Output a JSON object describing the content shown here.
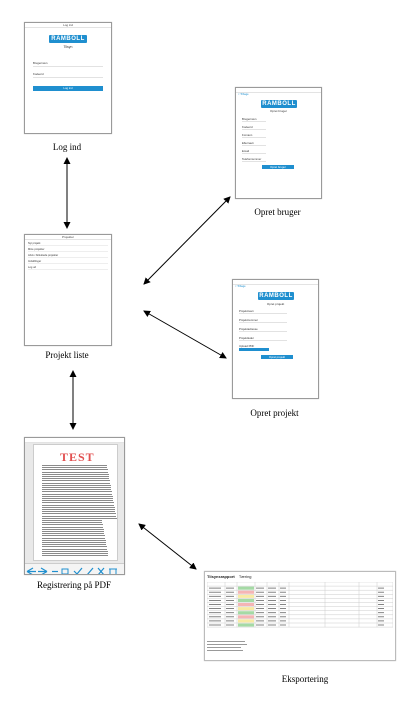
{
  "captions": {
    "login": "Log ind",
    "create_user": "Opret bruger",
    "project_list": "Projekt liste",
    "create_project": "Opret projekt",
    "pdf_registration": "Registrering på PDF",
    "export": "Eksportering"
  },
  "brand": {
    "logo_text": "RAMBOLL",
    "accent_color": "#1f8fcf"
  },
  "login_screen": {
    "status": "Log ind",
    "subtitle": "Tilsyn",
    "fields": [
      "Brugernavn",
      "Kodeord"
    ],
    "button": "Log ind"
  },
  "create_user_screen": {
    "back": "< Tilbage",
    "subtitle": "Opret bruger",
    "fields": [
      "Brugernavn",
      "Kodeord",
      "Fornavn",
      "Efternavn",
      "Email",
      "Telefonnummer"
    ],
    "button": "Opret bruger"
  },
  "project_list_screen": {
    "status": "Projekter",
    "items": [
      "Nyt projekt",
      "Mine projekter",
      "Arkiv / Afsluttede projekter",
      "Indstillinger",
      "Log ud"
    ]
  },
  "create_project_screen": {
    "back": "< Tilbage",
    "subtitle": "Opret projekt",
    "fields": [
      "Projektnavn",
      "Projektnummer",
      "Projektadresse",
      "Projektleder",
      "Upload PDF"
    ],
    "button": "Opret projekt"
  },
  "pdf_screen": {
    "stamp": "TEST"
  },
  "export_screen": {
    "title": "Tilsynsrapport",
    "subtitle": "Tæring"
  },
  "arrows_color": "#000000"
}
